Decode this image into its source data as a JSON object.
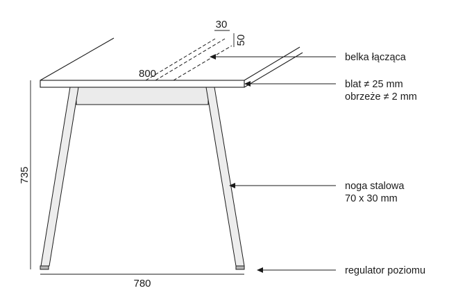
{
  "dimensions": {
    "height": "735",
    "width": "780",
    "depth": "800",
    "beam_width": "30",
    "beam_height": "50"
  },
  "callouts": {
    "beam": "belka łącząca",
    "top_line1": "blat ≠ 25 mm",
    "top_line2": "obrzeże ≠ 2 mm",
    "leg_line1": "noga stalowa",
    "leg_line2": "70 x 30 mm",
    "leveler": "regulator poziomu"
  }
}
